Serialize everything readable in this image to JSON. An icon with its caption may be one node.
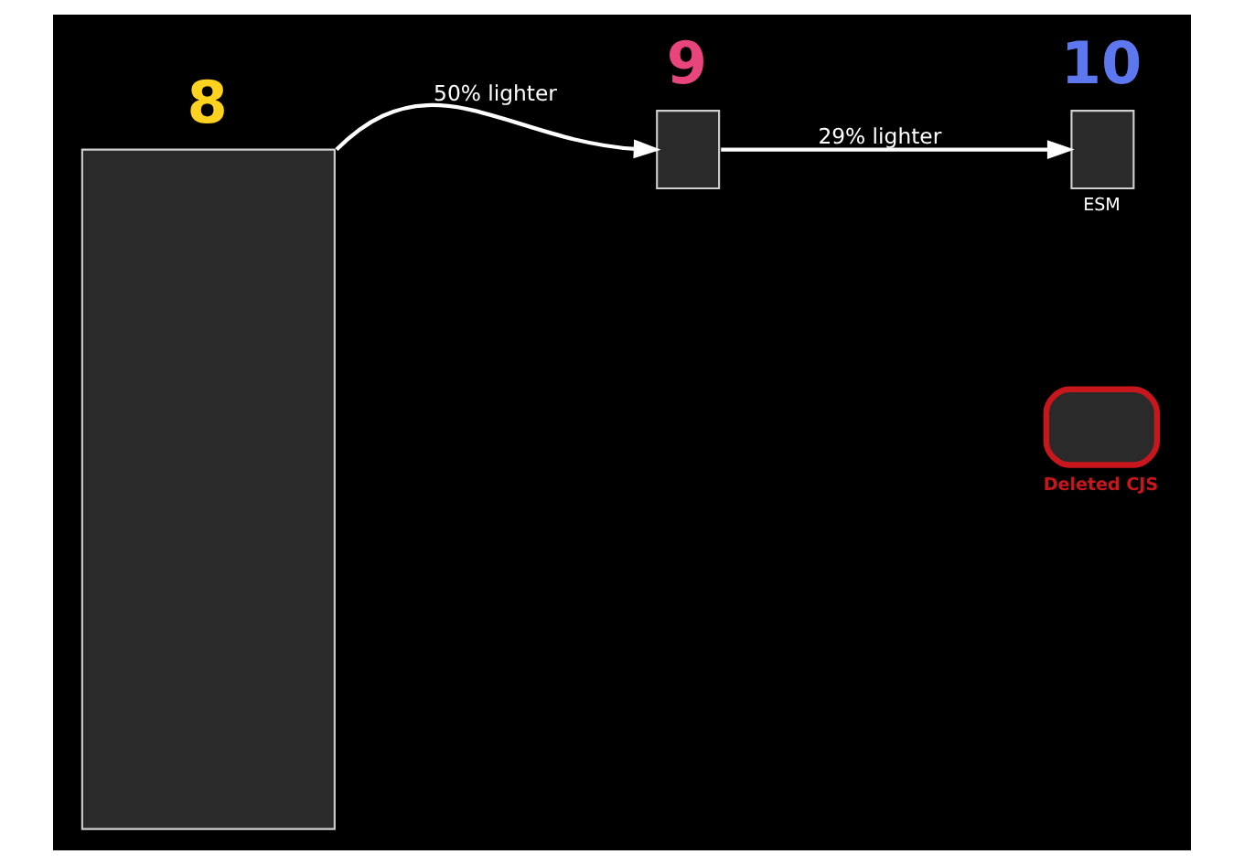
{
  "diagram": {
    "nodes": [
      {
        "text": [
          "8"
        ]
      },
      {
        "text": [
          "9"
        ]
      },
      {
        "text": [
          "10"
        ],
        "beside": [
          "ESM"
        ]
      },
      {
        "text": [
          "Deleted CJS"
        ]
      }
    ],
    "edges": [
      {
        "from": 0,
        "to": 1,
        "arrow": "to",
        "label": "50% lighter"
      },
      {
        "from": 1,
        "to": 2,
        "arrow": "to",
        "label": "29% lighter"
      }
    ]
  }
}
